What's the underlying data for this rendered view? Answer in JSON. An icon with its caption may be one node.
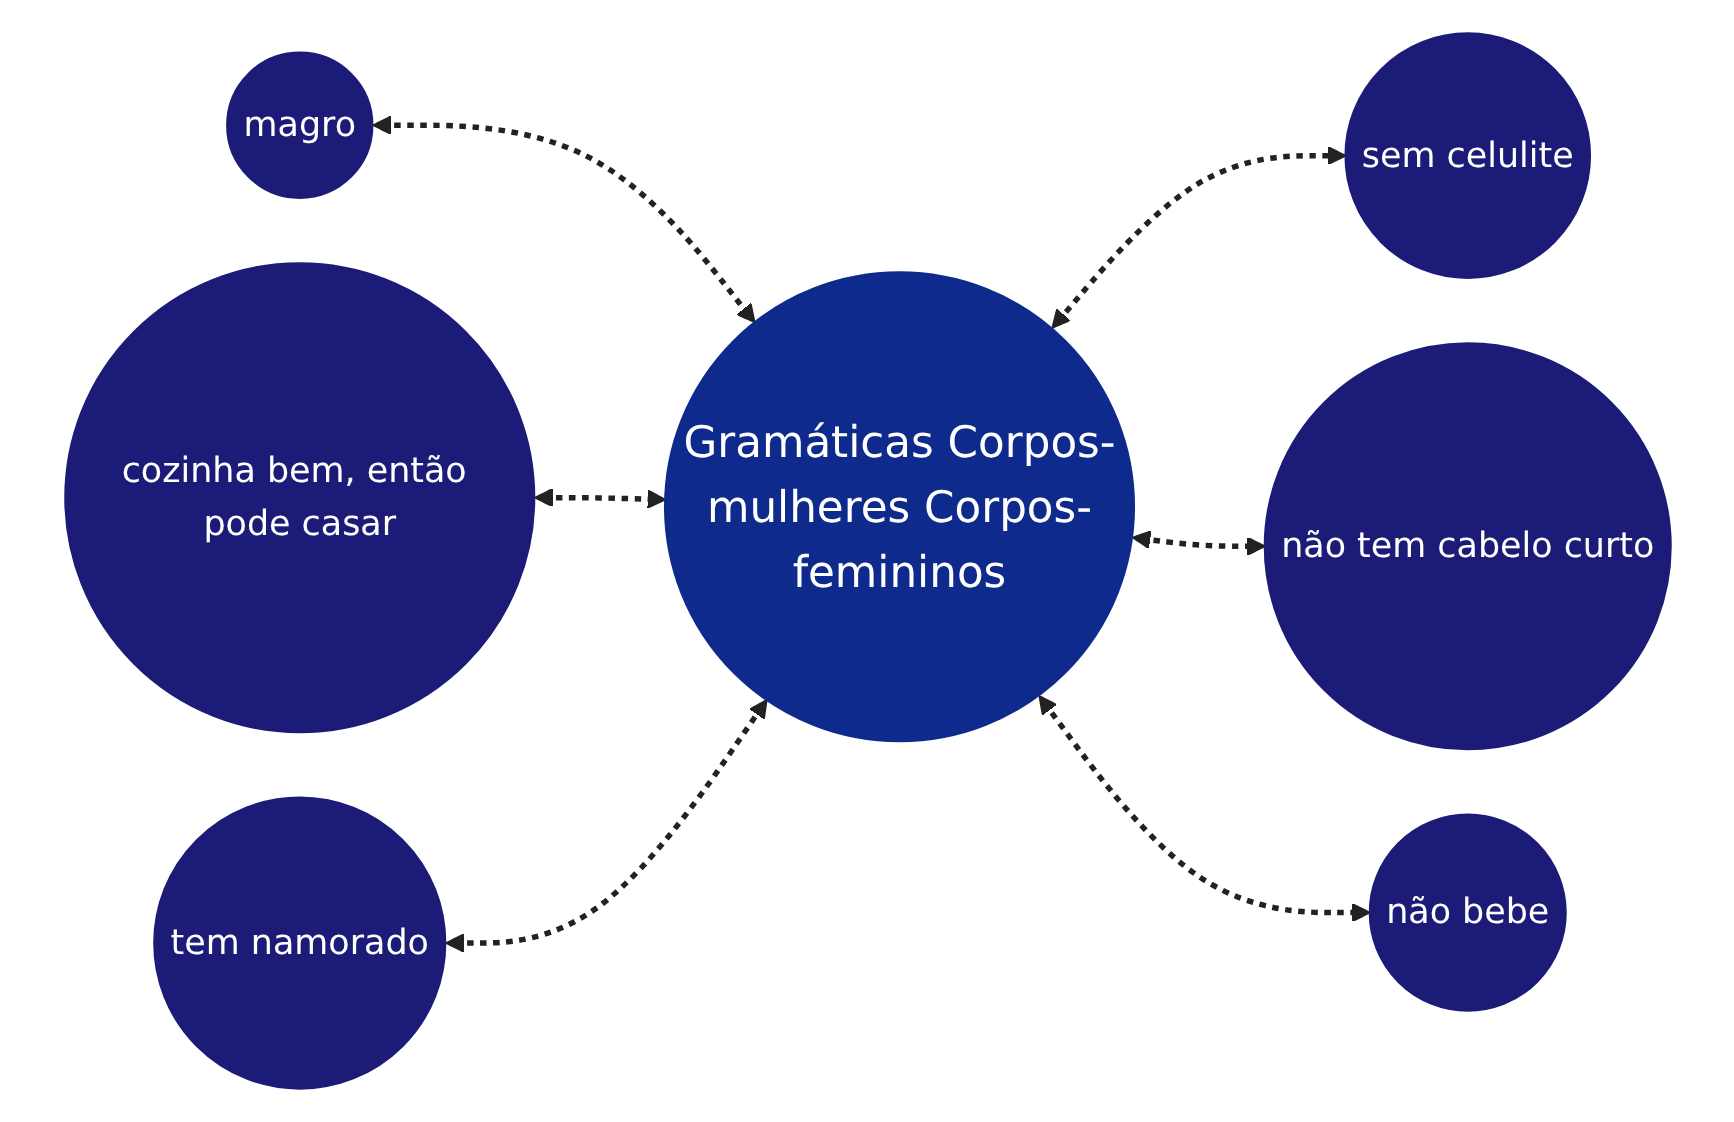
{
  "diagram": {
    "nodes": [
      {
        "text": [
          "magro"
        ]
      },
      {
        "text": [
          "sem celulite"
        ]
      },
      {
        "text": [
          "cozinha bem, então pode casar"
        ]
      },
      {
        "text": [
          "Gramáticas Corpos-mulheres Corpos-femininos"
        ]
      },
      {
        "text": [
          "não tem cabelo curto"
        ]
      },
      {
        "text": [
          "tem namorado"
        ]
      },
      {
        "text": [
          "não bebe"
        ]
      }
    ],
    "edges": [
      {
        "from": 0,
        "to": 3,
        "arrow": "both",
        "style": "dashed"
      },
      {
        "from": 3,
        "to": 1,
        "arrow": "both",
        "style": "dashed"
      },
      {
        "from": 2,
        "to": 3,
        "arrow": "both",
        "style": "dashed"
      },
      {
        "from": 3,
        "to": 4,
        "arrow": "both",
        "style": "dashed"
      },
      {
        "from": 5,
        "to": 3,
        "arrow": "both",
        "style": "dashed"
      },
      {
        "from": 3,
        "to": 6,
        "arrow": "both",
        "style": "dashed"
      }
    ]
  }
}
